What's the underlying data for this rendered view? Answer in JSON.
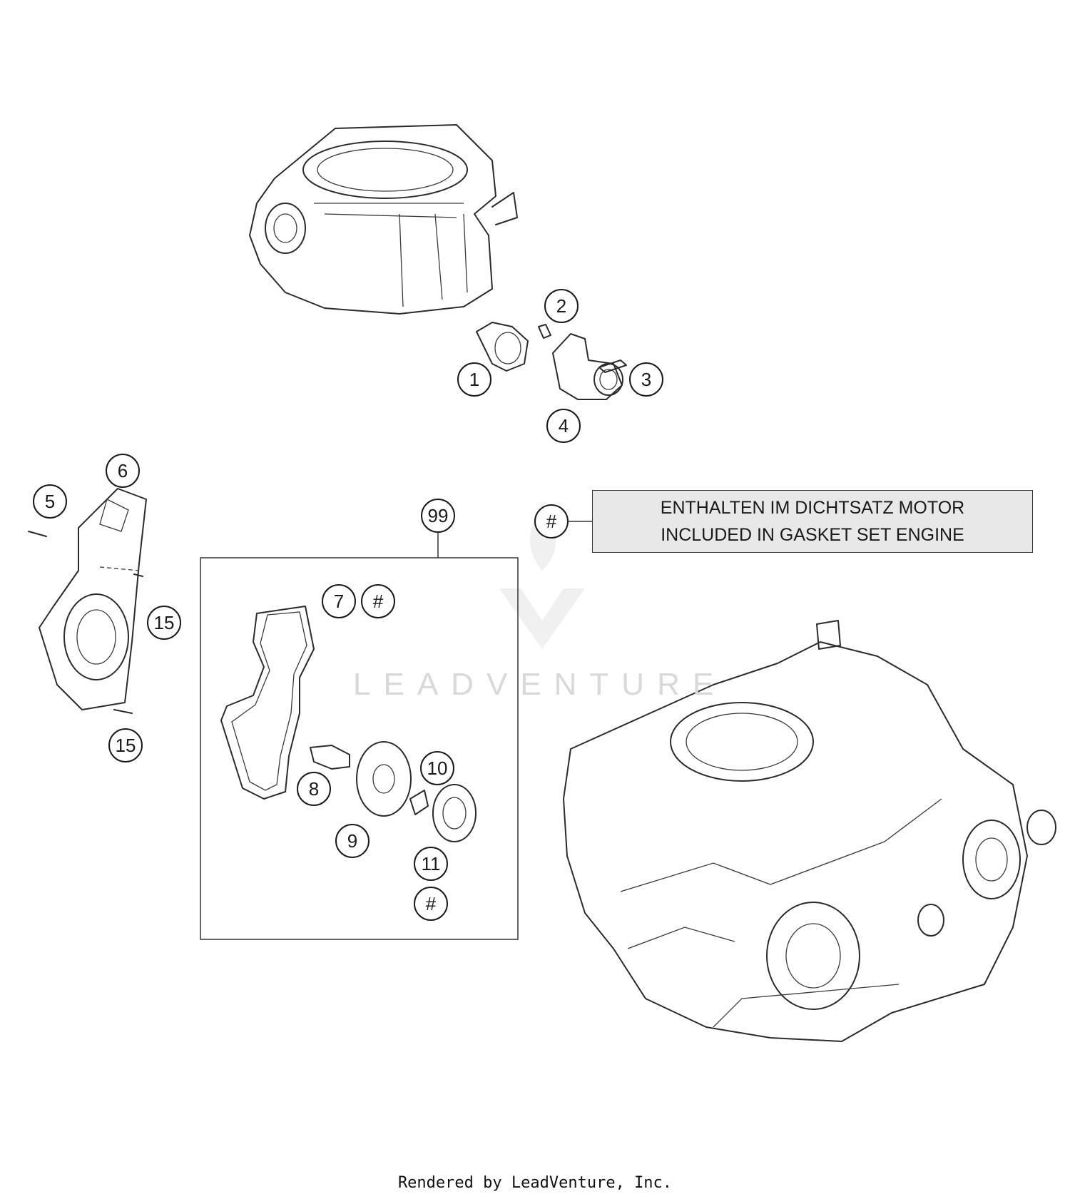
{
  "callouts": [
    "1",
    "2",
    "3",
    "4",
    "5",
    "6",
    "7",
    "8",
    "9",
    "10",
    "11",
    "15",
    "15",
    "99",
    "#",
    "#",
    "#"
  ],
  "legend": {
    "symbol": "#",
    "line1": "ENTHALTEN IM DICHTSATZ MOTOR",
    "line2": "INCLUDED IN GASKET SET ENGINE"
  },
  "watermark": "LEADVENTURE",
  "footer": "Rendered by LeadVenture, Inc."
}
